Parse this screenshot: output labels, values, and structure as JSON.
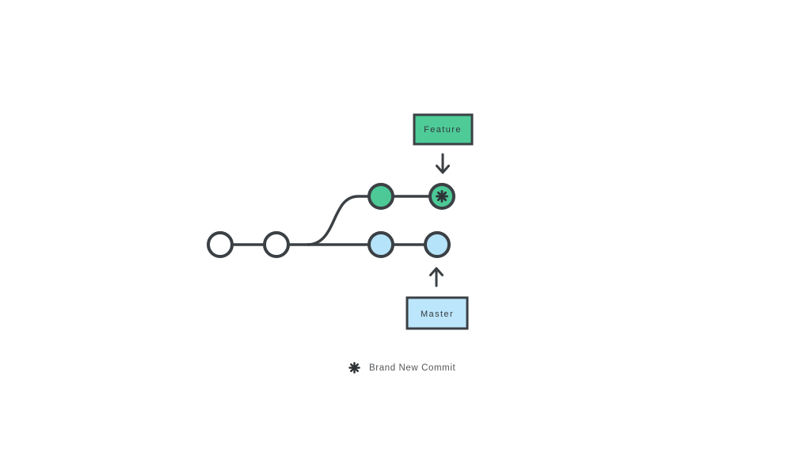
{
  "diagram": {
    "type": "git-commit-graph",
    "feature_branch": {
      "label": "Feature",
      "commit_count": 2,
      "commits": [
        "green",
        "green-with-asterisk"
      ],
      "branches_from": "second master commit"
    },
    "master_branch": {
      "label": "Master",
      "commit_count": 4,
      "commits": [
        "white",
        "white",
        "blue",
        "blue"
      ]
    }
  },
  "legend": {
    "new_commit_label": "Brand New Commit",
    "new_commit_icon": "asterisk"
  },
  "icons": {
    "new_commit": "asterisk",
    "feature_pointer": "arrow-down",
    "master_pointer": "arrow-up"
  },
  "colors": {
    "green": "#4cc996",
    "green_box": "#4ecb97",
    "blue": "#b5e3f9",
    "blue_box": "#bce6fb",
    "stroke": "#3b4044",
    "legend_text": "#54585c",
    "background": "#ffffff"
  }
}
